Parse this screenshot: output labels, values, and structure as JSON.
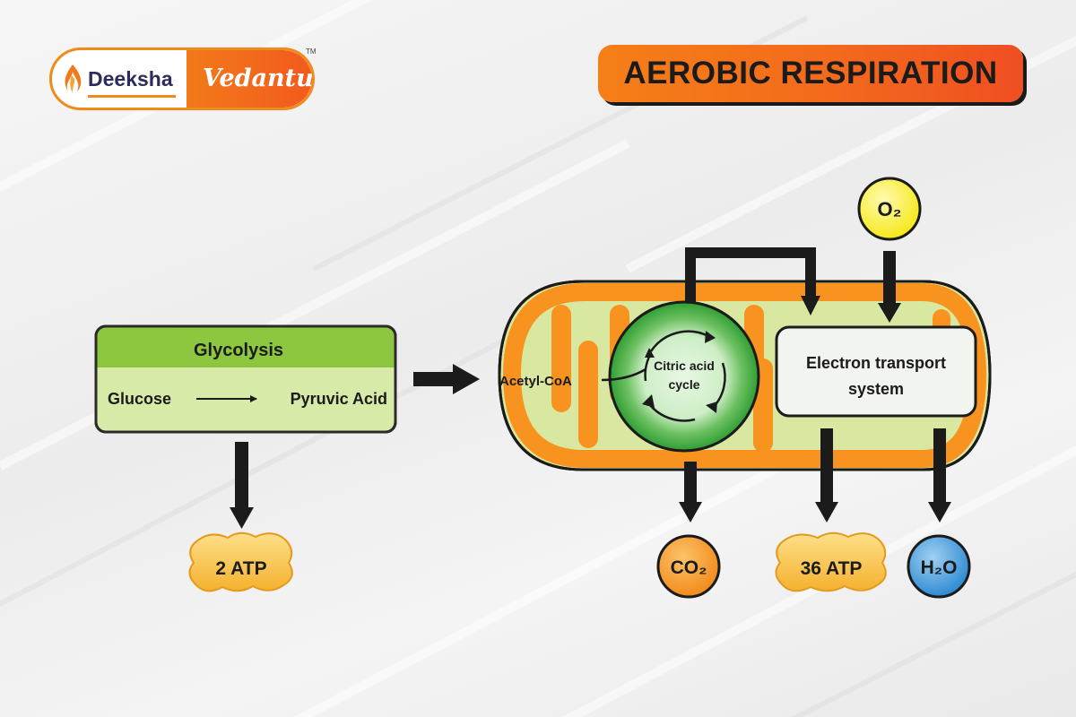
{
  "logo": {
    "brand_left": "Deeksha",
    "brand_right": "Vedantu",
    "trademark": "TM"
  },
  "title": "AEROBIC RESPIRATION",
  "colors": {
    "title_orange": "#f36a1d",
    "glycolysis_header": "#8dc63f",
    "glycolysis_body": "#d8eaa7",
    "mitochondria_orange": "#f7931e",
    "mitochondria_inner": "#d9e8a0",
    "cycle_green": "#3aaa35",
    "atp_yellow": "#f9c23c",
    "co2_orange": "#f7941d",
    "h2o_blue": "#3a97d9",
    "o2_yellow": "#fff200"
  },
  "diagram": {
    "glycolysis_title": "Glycolysis",
    "glycolysis_reactant": "Glucose",
    "glycolysis_product": "Pyruvic Acid",
    "glycolysis_output": "2 ATP",
    "acetyl": "Acetyl-CoA",
    "cycle_line1": "Citric acid",
    "cycle_line2": "cycle",
    "ets_line1": "Electron transport",
    "ets_line2": "system",
    "oxygen": "O₂",
    "co2": "CO₂",
    "atp_36": "36 ATP",
    "water": "H₂O"
  }
}
